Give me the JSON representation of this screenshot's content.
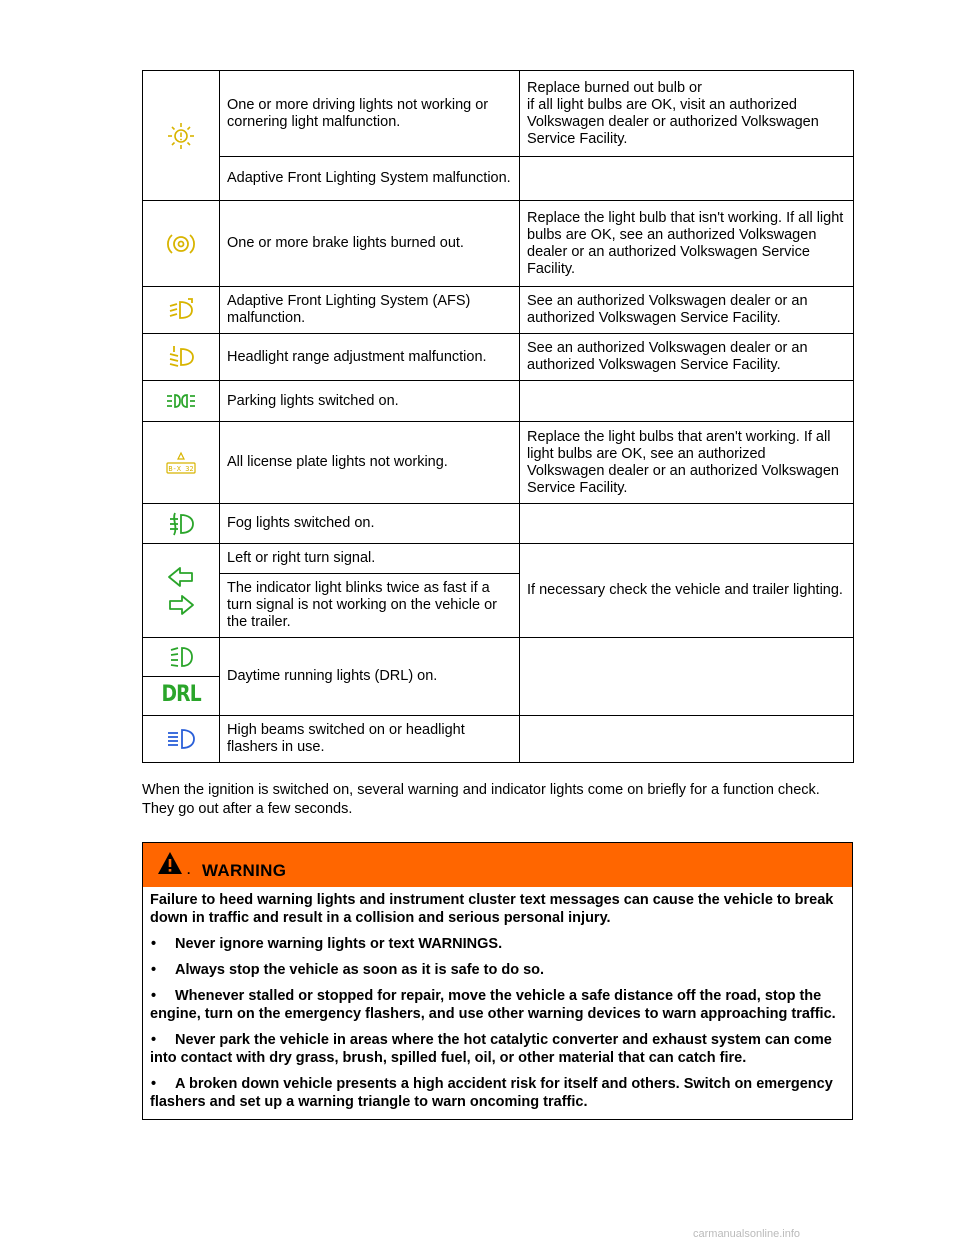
{
  "rows": [
    {
      "icon": "driving-light-malfunction-icon",
      "desc": "One or more driving lights not working or cornering light malfunction.",
      "action": "Replace burned out bulb  or\nif all light bulbs are OK, visit an authorized Volkswagen dealer or authorized Volkswagen Service Facility."
    },
    {
      "desc": "Adaptive Front Lighting System malfunction.",
      "action": ""
    },
    {
      "icon": "brake-light-icon",
      "desc": "One or more brake lights burned out.",
      "action": "Replace the light bulb that isn't working. If all light bulbs are OK, see an authorized Volkswagen dealer or an authorized Volkswagen Service Facility."
    },
    {
      "icon": "afs-icon",
      "desc": "Adaptive Front Lighting System (AFS) malfunction.",
      "action": "See an authorized Volkswagen dealer or an authorized Volkswagen Service Facility."
    },
    {
      "icon": "headlight-range-icon",
      "desc": "Headlight range adjustment malfunction.",
      "action": "See an authorized Volkswagen dealer or an authorized Volkswagen Service Facility."
    },
    {
      "icon": "parking-lights-icon",
      "desc": "Parking lights switched on.",
      "action": ""
    },
    {
      "icon": "license-plate-light-icon",
      "desc": "All license plate lights not working.",
      "action": "Replace the light bulbs that aren't working. If all light bulbs are OK, see an authorized Volkswagen dealer or an authorized Volkswagen Service Facility."
    },
    {
      "icon": "fog-light-icon",
      "desc": "Fog lights switched on.",
      "action": ""
    },
    {
      "icon": "turn-signal-icon",
      "desc": "Left or right turn signal.",
      "action": "If necessary check the vehicle and trailer lighting."
    },
    {
      "desc": "The indicator light blinks twice as fast if a turn signal is not working on the vehicle or the trailer."
    },
    {
      "icon": "drl-icon",
      "desc": "Daytime running lights (DRL) on.",
      "action": "",
      "icon_text": "DRL"
    },
    {
      "icon": "high-beam-icon",
      "desc": "High beams switched on or headlight flashers in use.",
      "action": ""
    }
  ],
  "paragraph": "When the ignition is switched on, several warning and indicator lights come on briefly for a function check. They go out after a few seconds.",
  "warning": {
    "dot": ".",
    "title": "WARNING",
    "intro": "Failure to heed warning lights and instrument cluster text messages can cause the vehicle to break down in traffic and result in a collision and serious personal injury.",
    "bullet_symbol": "•",
    "bullets": [
      "Never ignore warning lights or text WARNINGS.",
      "Always stop the vehicle as soon as it is safe to do so.",
      "Whenever stalled or stopped for repair, move the vehicle a safe distance off the road, stop the engine, turn on the emergency flashers, and use other warning devices to warn approaching traffic.",
      "Never park the vehicle in areas where the hot catalytic converter and exhaust system can come into contact with dry grass, brush, spilled fuel, oil, or other material that can catch fire.",
      "A broken down vehicle presents a high accident risk for itself and others. Switch on emergency flashers and set up a warning triangle to warn oncoming traffic."
    ],
    "header_color": "#ff6600"
  },
  "footer": "carmanualsonline.info",
  "colors": {
    "icon_green": "#2aa52a",
    "icon_yellow": "#d8b400"
  }
}
